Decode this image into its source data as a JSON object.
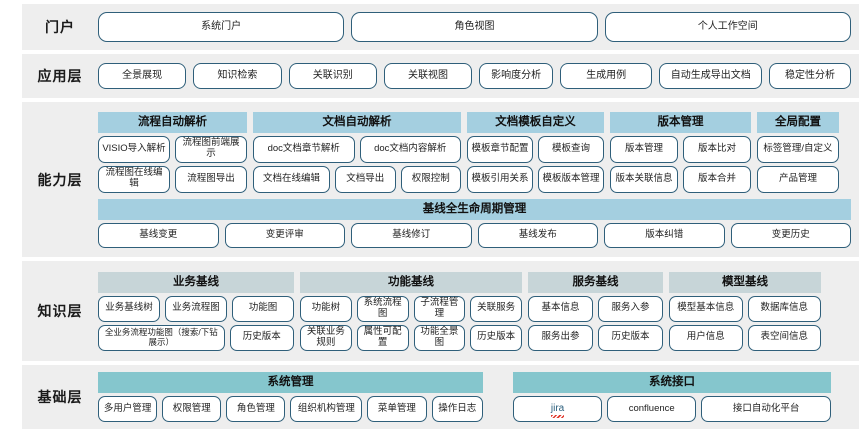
{
  "layers": [
    {
      "id": "portal",
      "label": "门户",
      "buttons": [
        "系统门户",
        "角色视图",
        "个人工作空间"
      ]
    },
    {
      "id": "application",
      "label": "应用层",
      "buttons": [
        "全景展现",
        "知识检索",
        "关联识别",
        "关联视图",
        "影响度分析",
        "生成用例",
        "自动生成导出文档",
        "稳定性分析"
      ]
    },
    {
      "id": "capability",
      "label": "能力层",
      "groups": [
        {
          "title": "流程自动解析",
          "rows": [
            [
              "VISIO导入解析",
              "流程图前端展示"
            ],
            [
              "流程图在线编辑",
              "流程图导出"
            ]
          ]
        },
        {
          "title": "文档自动解析",
          "rows": [
            [
              "doc文档章节解析",
              "doc文档内容解析"
            ],
            [
              "文档在线编辑",
              "文档导出",
              "权限控制"
            ]
          ]
        },
        {
          "title": "文档模板自定义",
          "rows": [
            [
              "模板章节配置",
              "模板查询"
            ],
            [
              "模板引用关系",
              "模板版本管理"
            ]
          ]
        },
        {
          "title": "版本管理",
          "rows": [
            [
              "版本管理",
              "版本比对"
            ],
            [
              "版本关联信息",
              "版本合并"
            ]
          ]
        },
        {
          "title": "全局配置",
          "rows": [
            [
              "标签管理/自定义"
            ],
            [
              "产品管理"
            ]
          ]
        }
      ],
      "band": {
        "title": "基线全生命周期管理",
        "buttons": [
          "基线变更",
          "变更评审",
          "基线修订",
          "基线发布",
          "版本纠错",
          "变更历史"
        ]
      }
    },
    {
      "id": "knowledge",
      "label": "知识层",
      "groups": [
        {
          "title": "业务基线",
          "rows": [
            [
              "业务基线树",
              "业务流程图",
              "功能图"
            ],
            [
              "全业务流程功能图（搜索/下钻展示）",
              "历史版本"
            ]
          ]
        },
        {
          "title": "功能基线",
          "rows": [
            [
              "功能树",
              "系统流程图",
              "子流程管理",
              "关联服务"
            ],
            [
              "关联业务规则",
              "属性可配置",
              "功能全景图",
              "历史版本"
            ]
          ]
        },
        {
          "title": "服务基线",
          "rows": [
            [
              "基本信息",
              "服务入参"
            ],
            [
              "服务出参",
              "历史版本"
            ]
          ]
        },
        {
          "title": "模型基线",
          "rows": [
            [
              "模型基本信息",
              "数据库信息"
            ],
            [
              "用户信息",
              "表空间信息"
            ]
          ]
        }
      ]
    },
    {
      "id": "foundation",
      "label": "基础层",
      "groups": [
        {
          "title": "系统管理",
          "rows": [
            [
              "多用户管理",
              "权限管理",
              "角色管理",
              "组织机构管理",
              "菜单管理",
              "操作日志"
            ]
          ]
        },
        {
          "title": "系统接口",
          "rows": [
            [
              "jira",
              "confluence",
              "接口自动化平台"
            ]
          ]
        }
      ]
    }
  ],
  "colors": {
    "row_background": "#eeeeee",
    "header_blue": "#a4cfe0",
    "header_gray": "#c7d5d8",
    "header_teal": "#85c6cd",
    "button_border": "#2f5f7a"
  }
}
